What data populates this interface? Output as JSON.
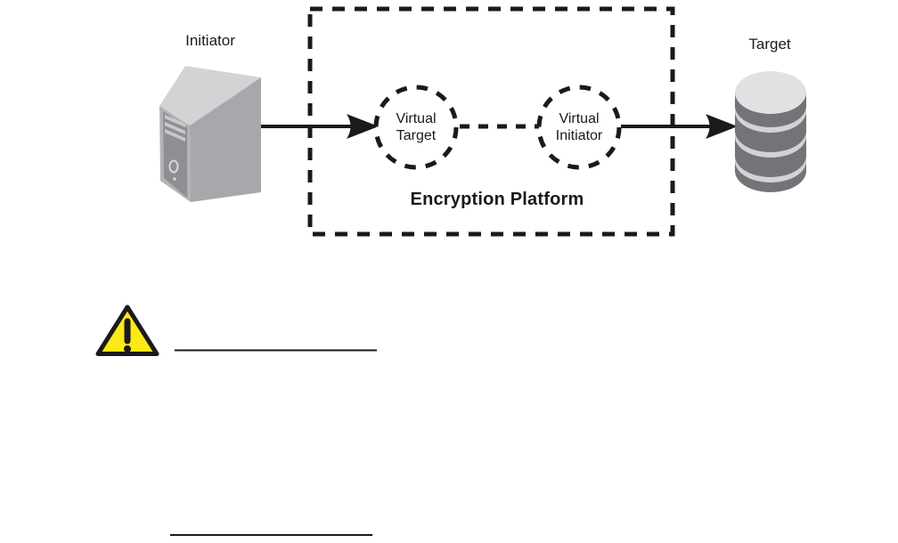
{
  "diagram": {
    "initiator_label": "Initiator",
    "target_label": "Target",
    "virtual_target_label": "Virtual\nTarget",
    "virtual_initiator_label": "Virtual\nInitiator",
    "encryption_platform_label": "Encryption Platform"
  },
  "icons": {
    "initiator": "computer-tower-icon",
    "target": "database-stack-icon",
    "caution": "warning-triangle-icon"
  },
  "colors": {
    "line_black": "#1a1a1a",
    "warning_yellow": "#FCE916",
    "tower_top": "#d3d3d5",
    "tower_side": "#a8a8ac",
    "tower_panel": "#b3b3b6",
    "tower_panel_inner": "#8f8f93",
    "tower_slot": "#c9c9cc",
    "tower_detail": "#d8d8da",
    "db_body": "#747478",
    "db_top": "#e1e1e3",
    "db_band": "#d3d3d5"
  }
}
